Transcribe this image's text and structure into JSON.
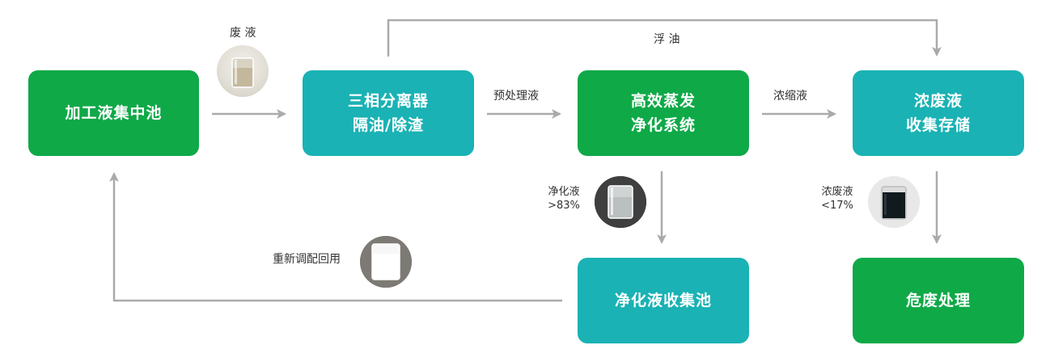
{
  "nodes": {
    "pool": "加工液集中池",
    "separator_line1": "三相分离器",
    "separator_line2": "隔油/除渣",
    "evaporator_line1": "高效蒸发",
    "evaporator_line2": "净化系统",
    "storage_line1": "浓废液",
    "storage_line2": "收集存储",
    "clean_pool": "净化液收集池",
    "hazard": "危废处理"
  },
  "labels": {
    "waste_liquid": "废 液",
    "floating_oil": "浮 油",
    "pretreated": "预处理液",
    "concentrate": "浓缩液",
    "clean_liquid": "净化液",
    "clean_pct": ">83%",
    "waste_conc": "浓废液",
    "waste_pct": "<17%",
    "reuse": "重新调配回用"
  },
  "colors": {
    "green": "#0fa948",
    "teal": "#1ab2b4",
    "arrow": "#aaaaaa"
  }
}
